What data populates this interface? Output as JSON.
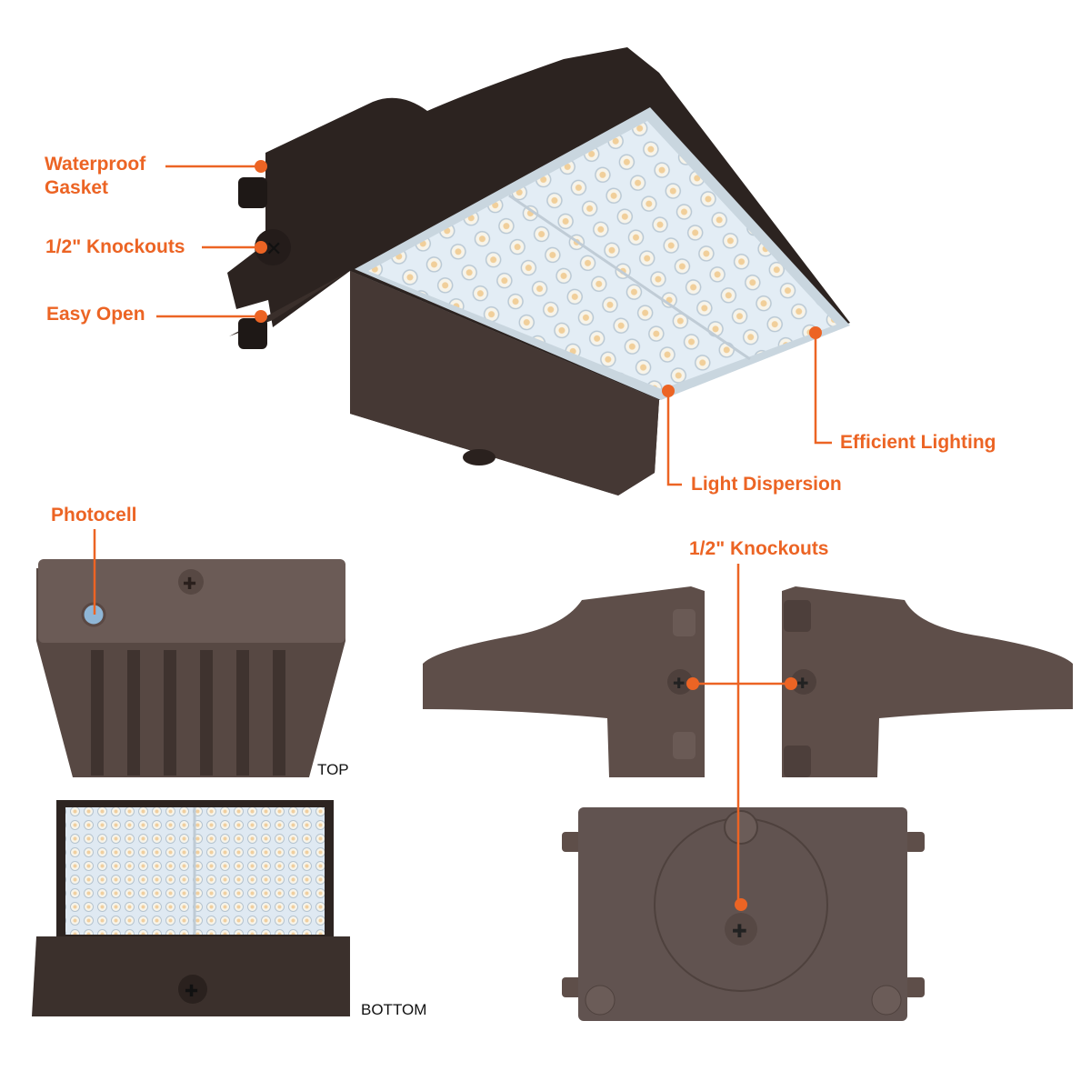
{
  "callouts": {
    "waterproof_gasket": "Waterproof\nGasket",
    "waterproof_gasket_line1": "Waterproof",
    "waterproof_gasket_line2": "Gasket",
    "knockouts_side": "1/2\" Knockouts",
    "easy_open": "Easy Open",
    "efficient_lighting": "Efficient Lighting",
    "light_dispersion": "Light Dispersion",
    "photocell": "Photocell",
    "knockouts_back": "1/2\" Knockouts"
  },
  "captions": {
    "top": "TOP",
    "bottom": "BOTTOM"
  },
  "colors": {
    "accent": "#ec6424",
    "housing": "#3b302c",
    "housing_light": "#6a5a55",
    "led_panel": "#dfeaf3"
  }
}
